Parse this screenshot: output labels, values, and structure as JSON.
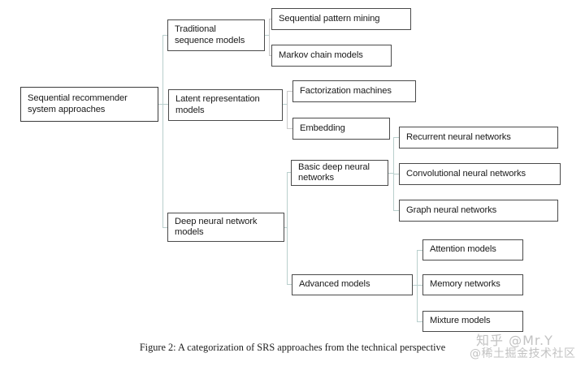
{
  "figure": {
    "caption": "Figure 2: A categorization of SRS approaches from the technical perspective",
    "background_color": "#ffffff",
    "box_border_color": "#4a4a4a",
    "connector_color": "#b9cfcd"
  },
  "watermark": {
    "line1": "知乎 @Mr.Y",
    "line2": "@稀土掘金技术社区"
  },
  "chart_data": {
    "type": "diagram",
    "title": "A categorization of SRS approaches from the technical perspective",
    "root": "Sequential recommender system approaches",
    "nodes": {
      "root": "Sequential recommender\nsystem approaches",
      "traditional": "Traditional\nsequence models",
      "latent": "Latent representation\nmodels",
      "deep": "Deep neural network\nmodels",
      "spm": "Sequential pattern mining",
      "markov": "Markov chain models",
      "factorization": "Factorization machines",
      "embedding": "Embedding",
      "basic_dnn": "Basic deep neural\nnetworks",
      "advanced": "Advanced models",
      "rnn": "Recurrent neural networks",
      "cnn": "Convolutional neural networks",
      "gnn": "Graph neural networks",
      "attention": "Attention models",
      "memory": "Memory networks",
      "mixture": "Mixture models"
    },
    "edges": [
      [
        "root",
        "traditional"
      ],
      [
        "root",
        "latent"
      ],
      [
        "root",
        "deep"
      ],
      [
        "traditional",
        "spm"
      ],
      [
        "traditional",
        "markov"
      ],
      [
        "latent",
        "factorization"
      ],
      [
        "latent",
        "embedding"
      ],
      [
        "deep",
        "basic_dnn"
      ],
      [
        "deep",
        "advanced"
      ],
      [
        "basic_dnn",
        "rnn"
      ],
      [
        "basic_dnn",
        "cnn"
      ],
      [
        "basic_dnn",
        "gnn"
      ],
      [
        "advanced",
        "attention"
      ],
      [
        "advanced",
        "memory"
      ],
      [
        "advanced",
        "mixture"
      ]
    ]
  }
}
